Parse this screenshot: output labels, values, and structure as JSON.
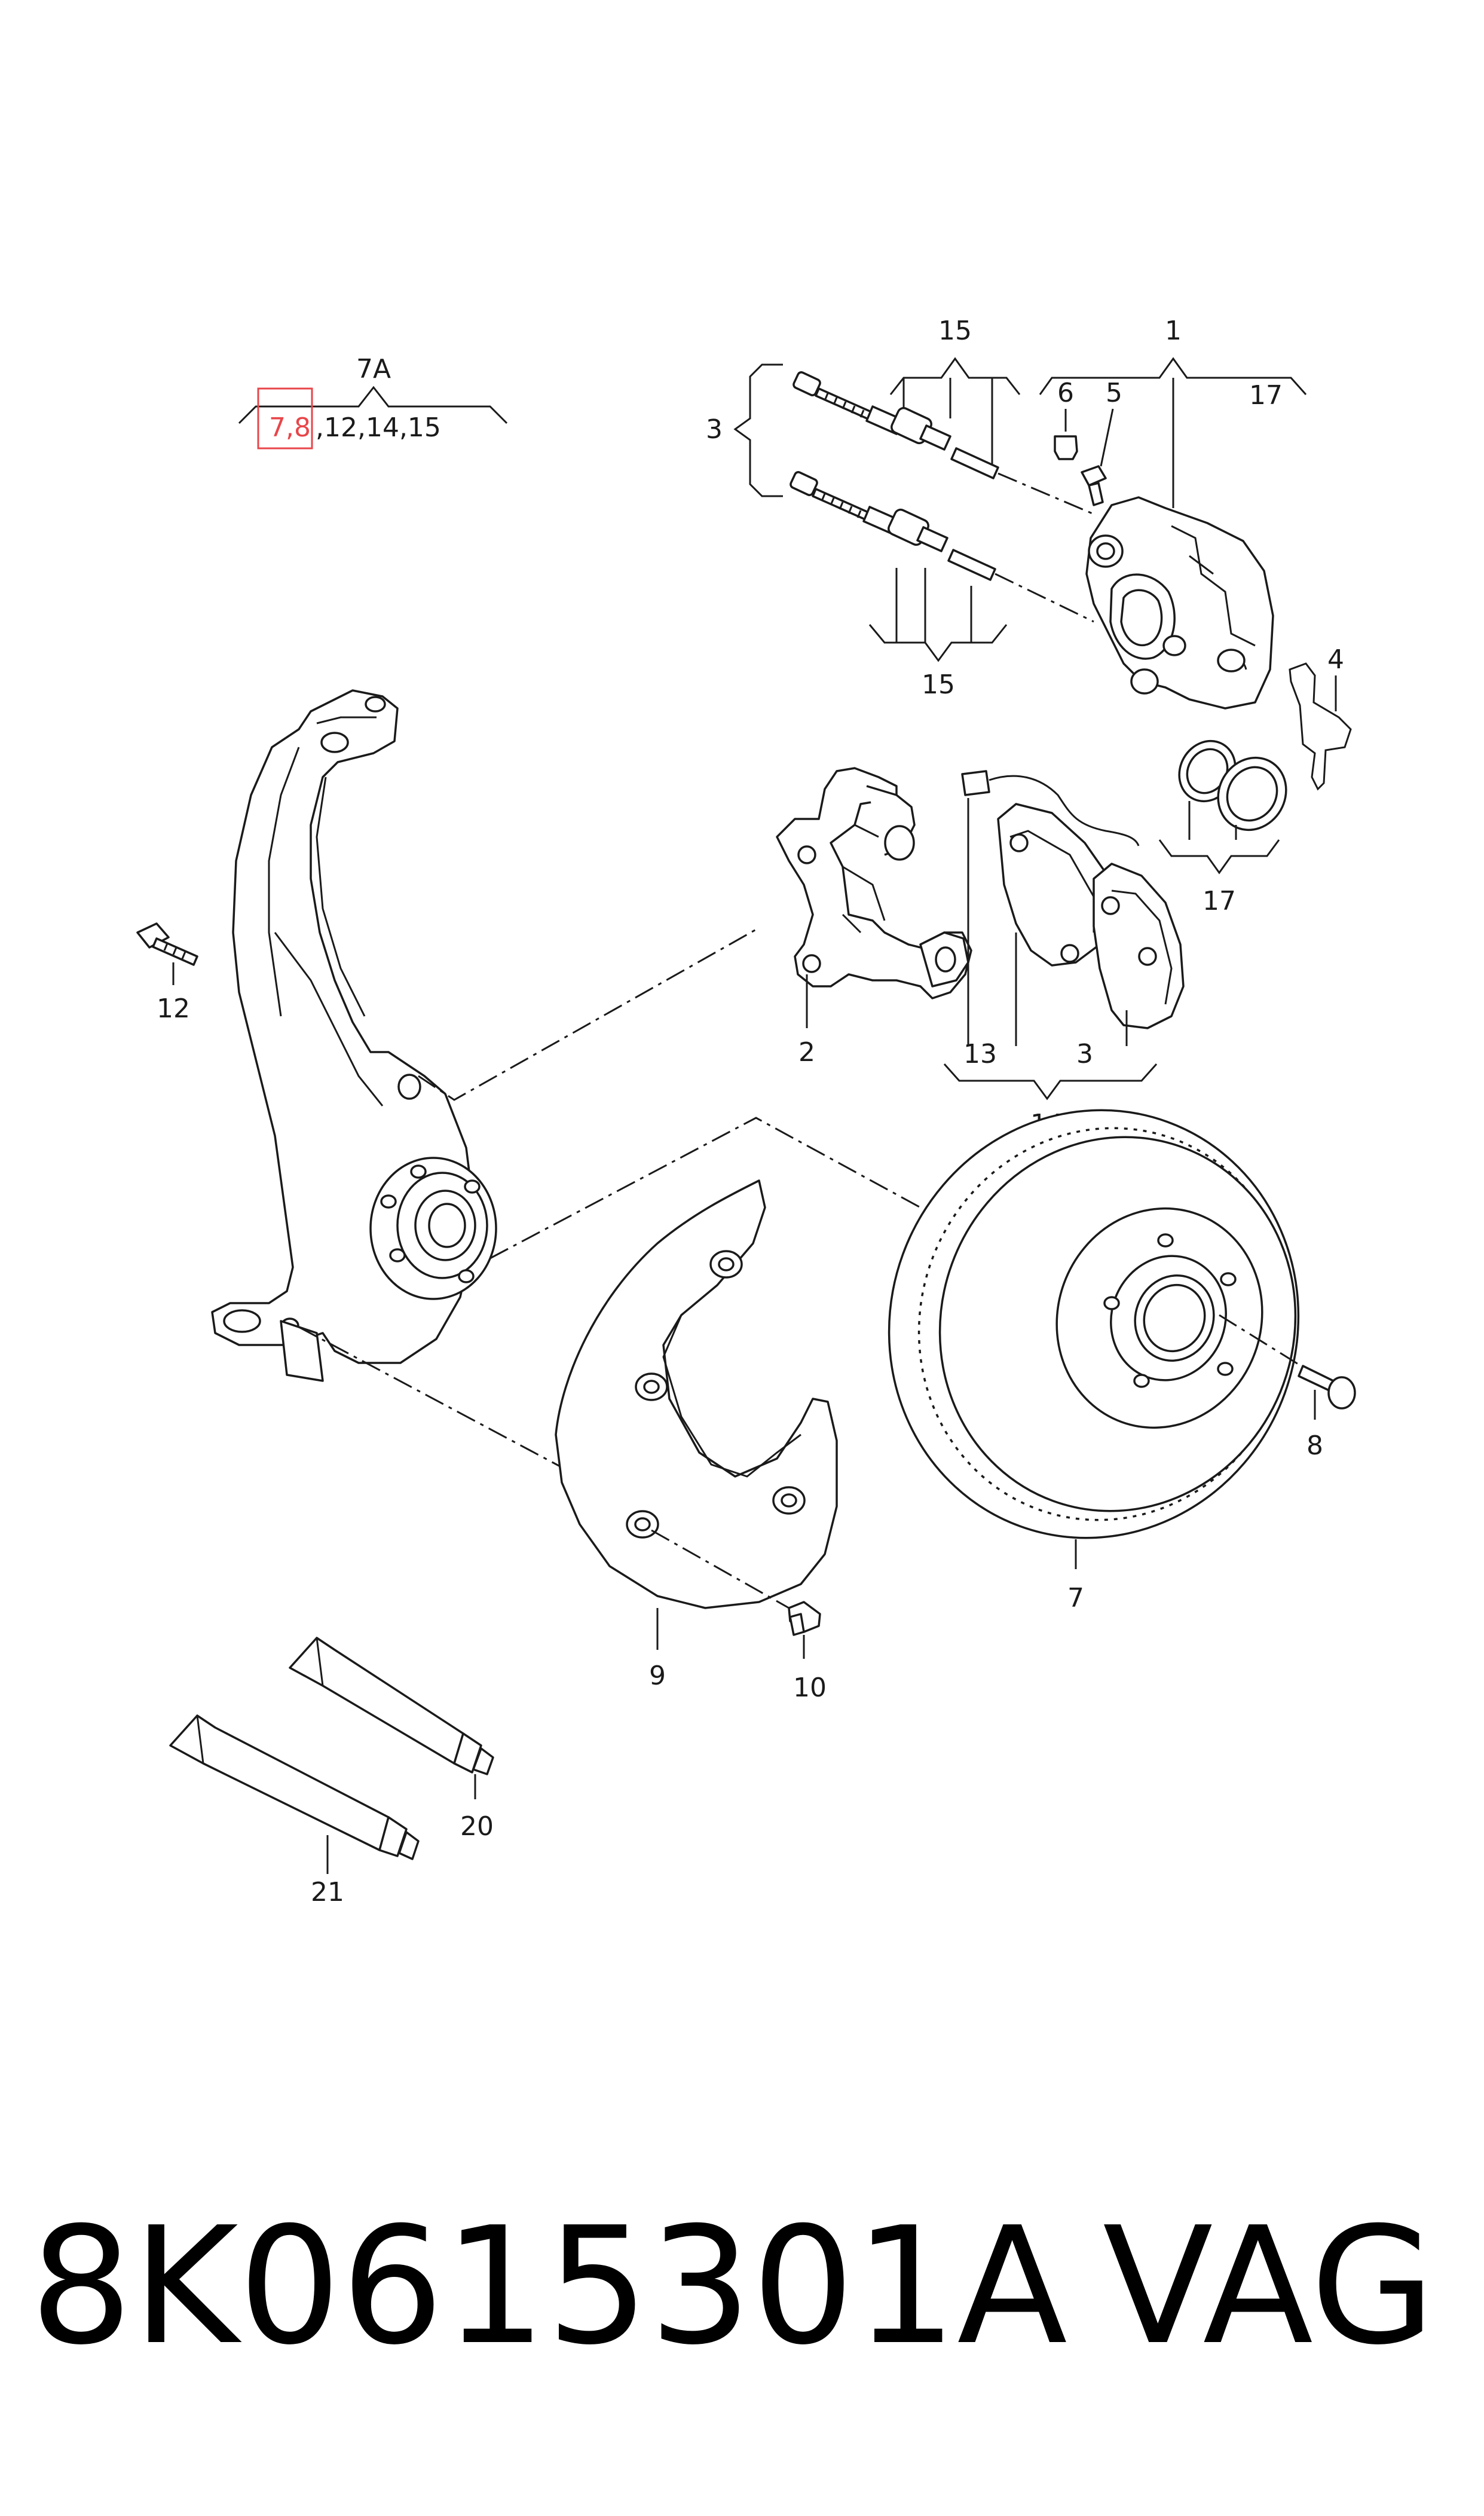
{
  "labels": {
    "group_7A": "7A",
    "group_7A_refs_a": "7,8",
    "group_7A_refs_b": ",12,14,15",
    "l1": "1",
    "l2": "2",
    "l3a": "3",
    "l3b": "3",
    "l4": "4",
    "l5": "5",
    "l6": "6",
    "l7": "7",
    "l8": "8",
    "l9": "9",
    "l10": "10",
    "l12": "12",
    "l13": "13",
    "l14": "14",
    "l15a": "15",
    "l15b": "15",
    "l17a": "17",
    "l17b": "17",
    "l20": "20",
    "l21": "21"
  },
  "footer": {
    "part_number": "8K0615301A",
    "brand": "VAG"
  },
  "colors": {
    "line": "#1a1a1a",
    "highlight": "#e8464a"
  }
}
